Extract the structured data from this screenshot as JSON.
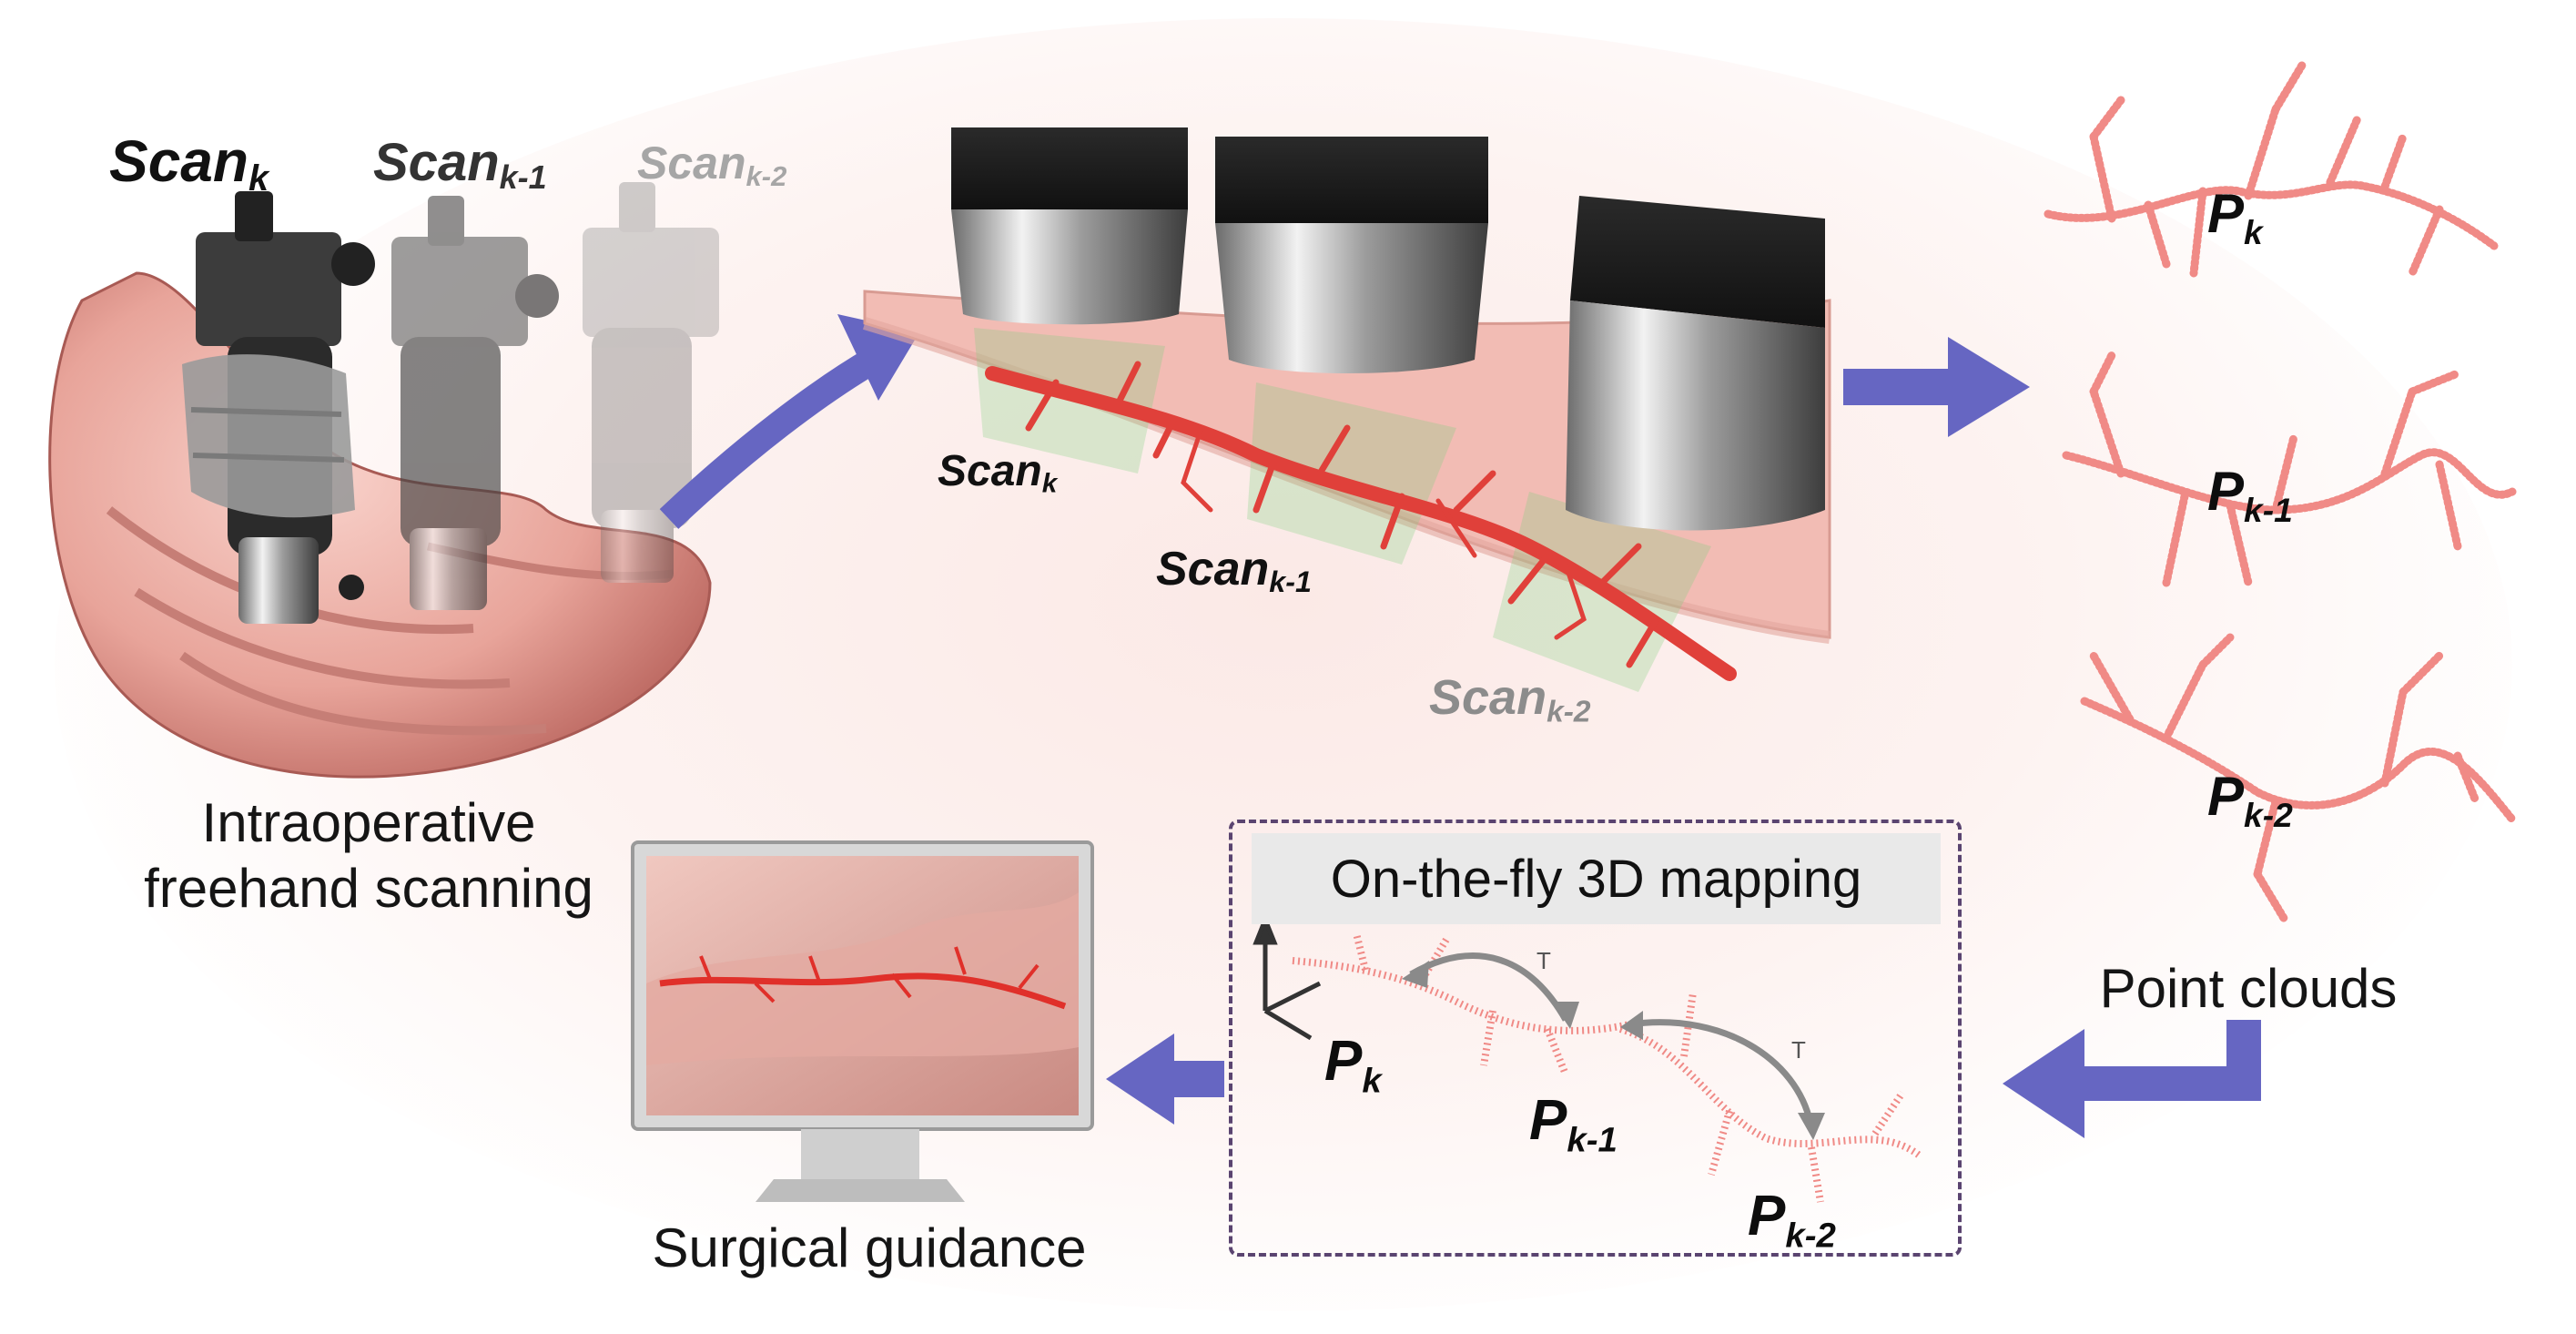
{
  "scan_labels": {
    "scan_k": {
      "base": "Scan",
      "sub": "k"
    },
    "scan_k1": {
      "base": "Scan",
      "sub": "k-1"
    },
    "scan_k2": {
      "base": "Scan",
      "sub": "k-2"
    }
  },
  "point_labels": {
    "p_k": {
      "base": "P",
      "sub": "k"
    },
    "p_k1": {
      "base": "P",
      "sub": "k-1"
    },
    "p_k2": {
      "base": "P",
      "sub": "k-2"
    }
  },
  "captions": {
    "intraoperative_line1": "Intraoperative",
    "intraoperative_line2": "freehand scanning",
    "point_clouds": "Point clouds",
    "surgical_guidance": "Surgical guidance",
    "mapping_title": "On-the-fly 3D mapping"
  },
  "transform_label": "T",
  "colors": {
    "arrow": "#6666c2",
    "vessel": "#e0403a",
    "point_cloud": "#f08a86",
    "tissue": "#f2bcb4",
    "box_border": "#5a4470",
    "ultrasound_beam": "#7fd17f"
  }
}
